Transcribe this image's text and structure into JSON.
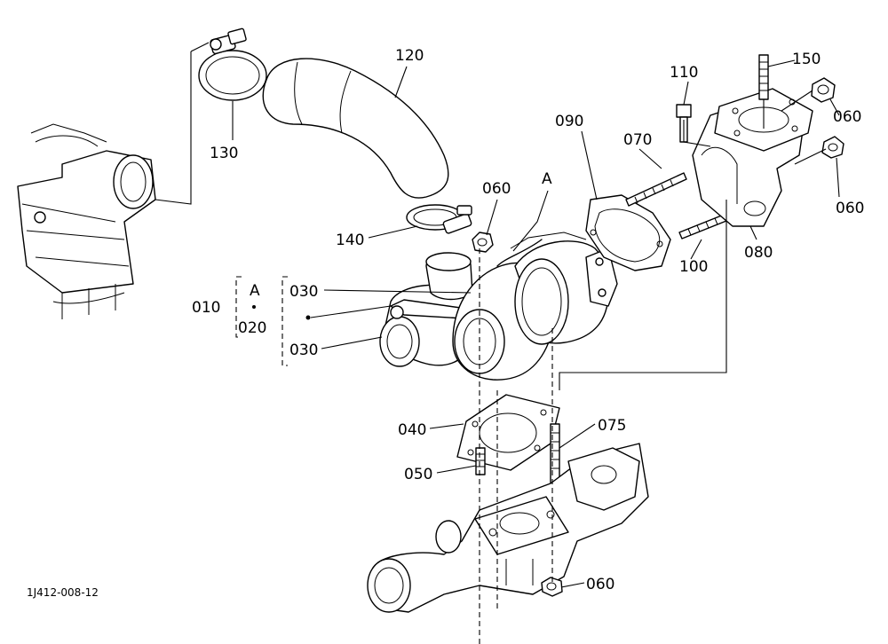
{
  "diagram_code": "1J412-008-12",
  "group_labels": {
    "p010": "010",
    "p020": "020",
    "marker_a_group": "A",
    "marker_a_top": "A"
  },
  "part_labels": {
    "p030_upper": "030",
    "p030_lower": "030",
    "p040": "040",
    "p050": "050",
    "p060_nut": "060",
    "p060_upper": "060",
    "p060_lower": "060",
    "p060_bottom": "060",
    "p070": "070",
    "p075": "075",
    "p080": "080",
    "p090": "090",
    "p100": "100",
    "p110": "110",
    "p120": "120",
    "p130": "130",
    "p140": "140",
    "p150": "150"
  }
}
